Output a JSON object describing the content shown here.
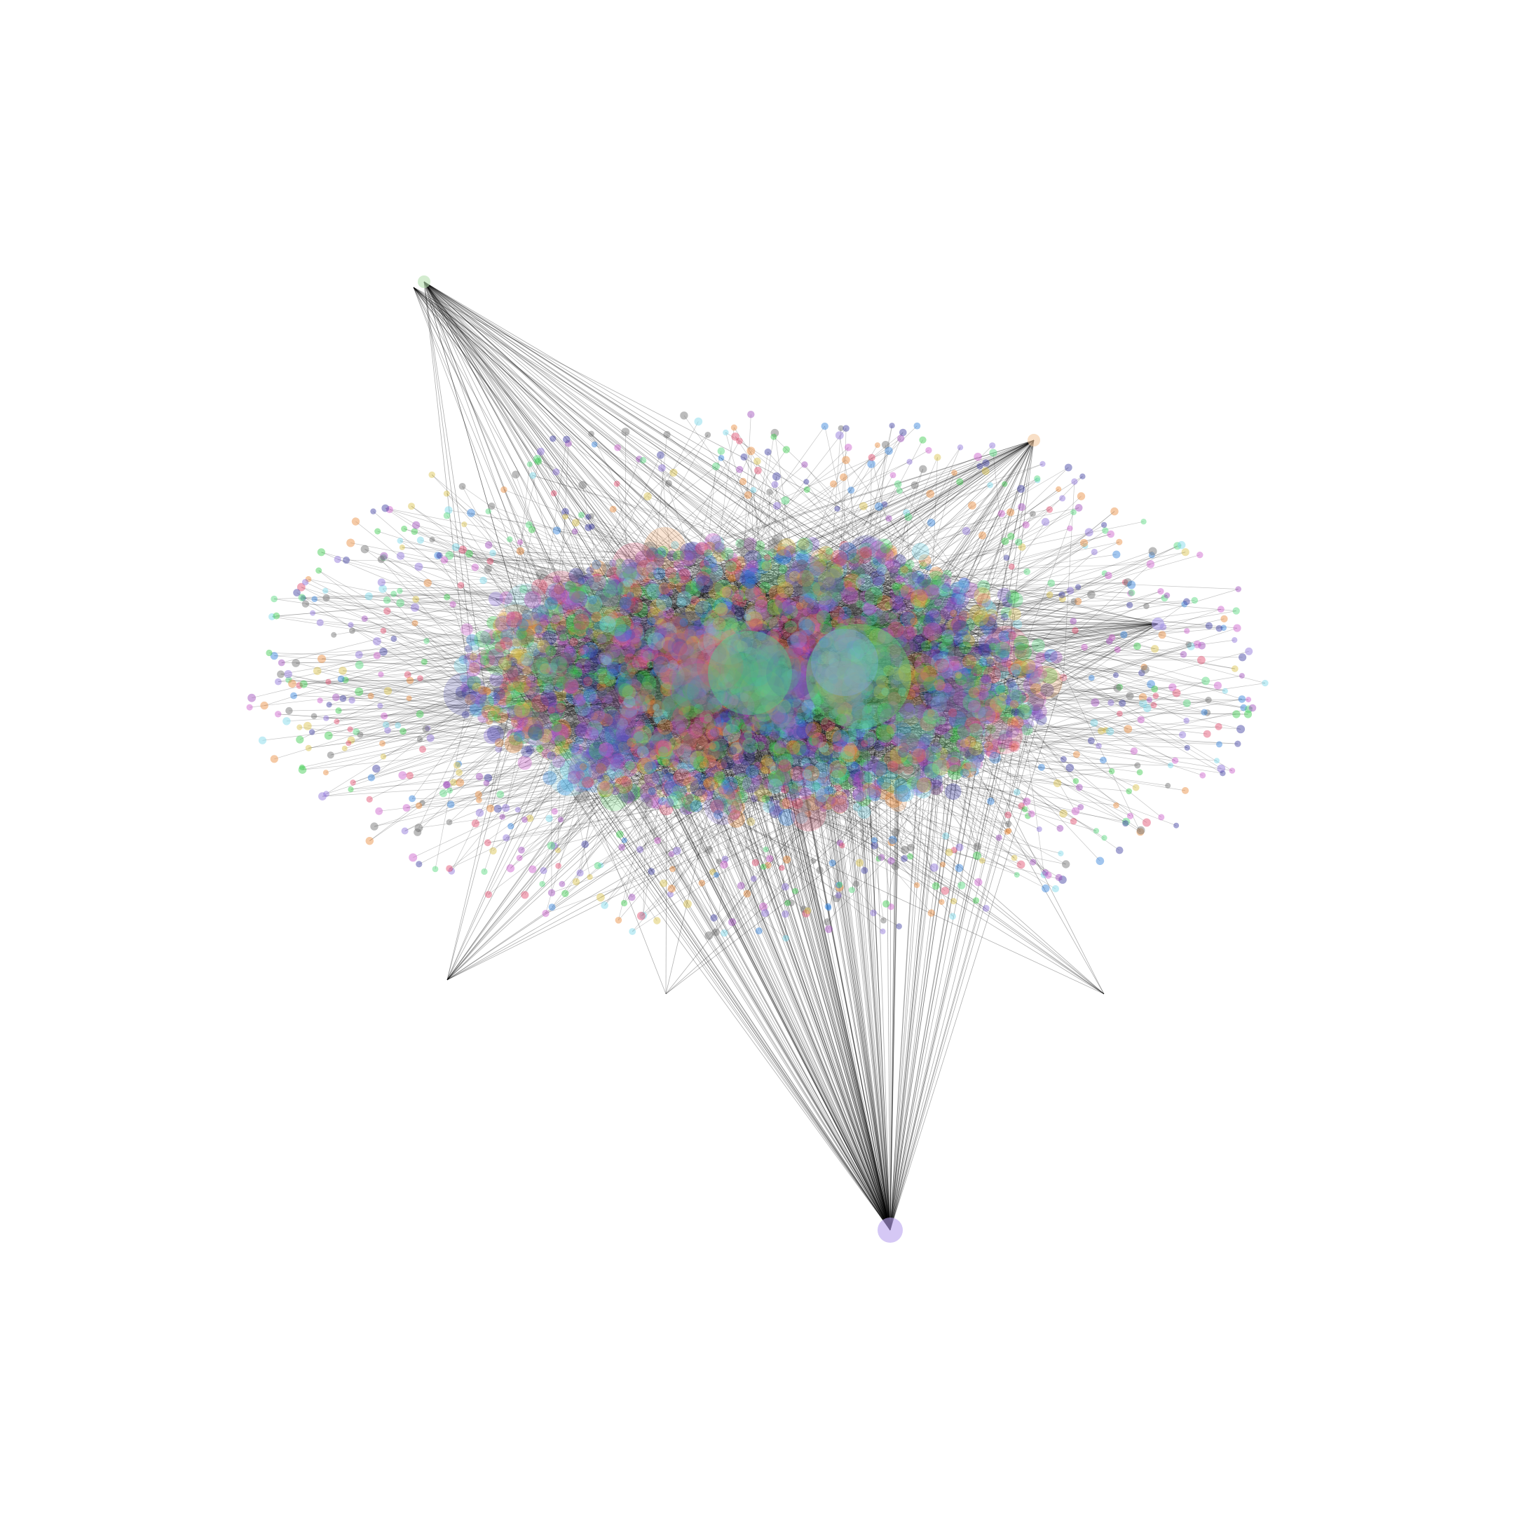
{
  "figure": {
    "background": "#ffffff",
    "layout": "force-directed",
    "edge_color": "#000000"
  },
  "palette": [
    "#8a6fd6",
    "#39c94b",
    "#e04a6a",
    "#2e7fd9",
    "#9b4ab8",
    "#52d67a",
    "#d9c04a",
    "#7bd6e8",
    "#e88a3a",
    "#6a6a6a",
    "#c95ac9",
    "#3a3a9e"
  ],
  "hubs": [
    {
      "id": "hub-bottom",
      "color": "#b9a3ee",
      "size": "large"
    },
    {
      "id": "hub-top-left",
      "color": "#b8e0b0",
      "size": "small"
    },
    {
      "id": "hub-top-right",
      "color": "#f3c9a0",
      "size": "small"
    },
    {
      "id": "hub-right",
      "color": "#a69ae6",
      "size": "small"
    },
    {
      "id": "hub-center-right",
      "color": "#5fd06f",
      "size": "very-large"
    },
    {
      "id": "hub-center",
      "color": "#52c98a",
      "size": "very-large"
    }
  ]
}
